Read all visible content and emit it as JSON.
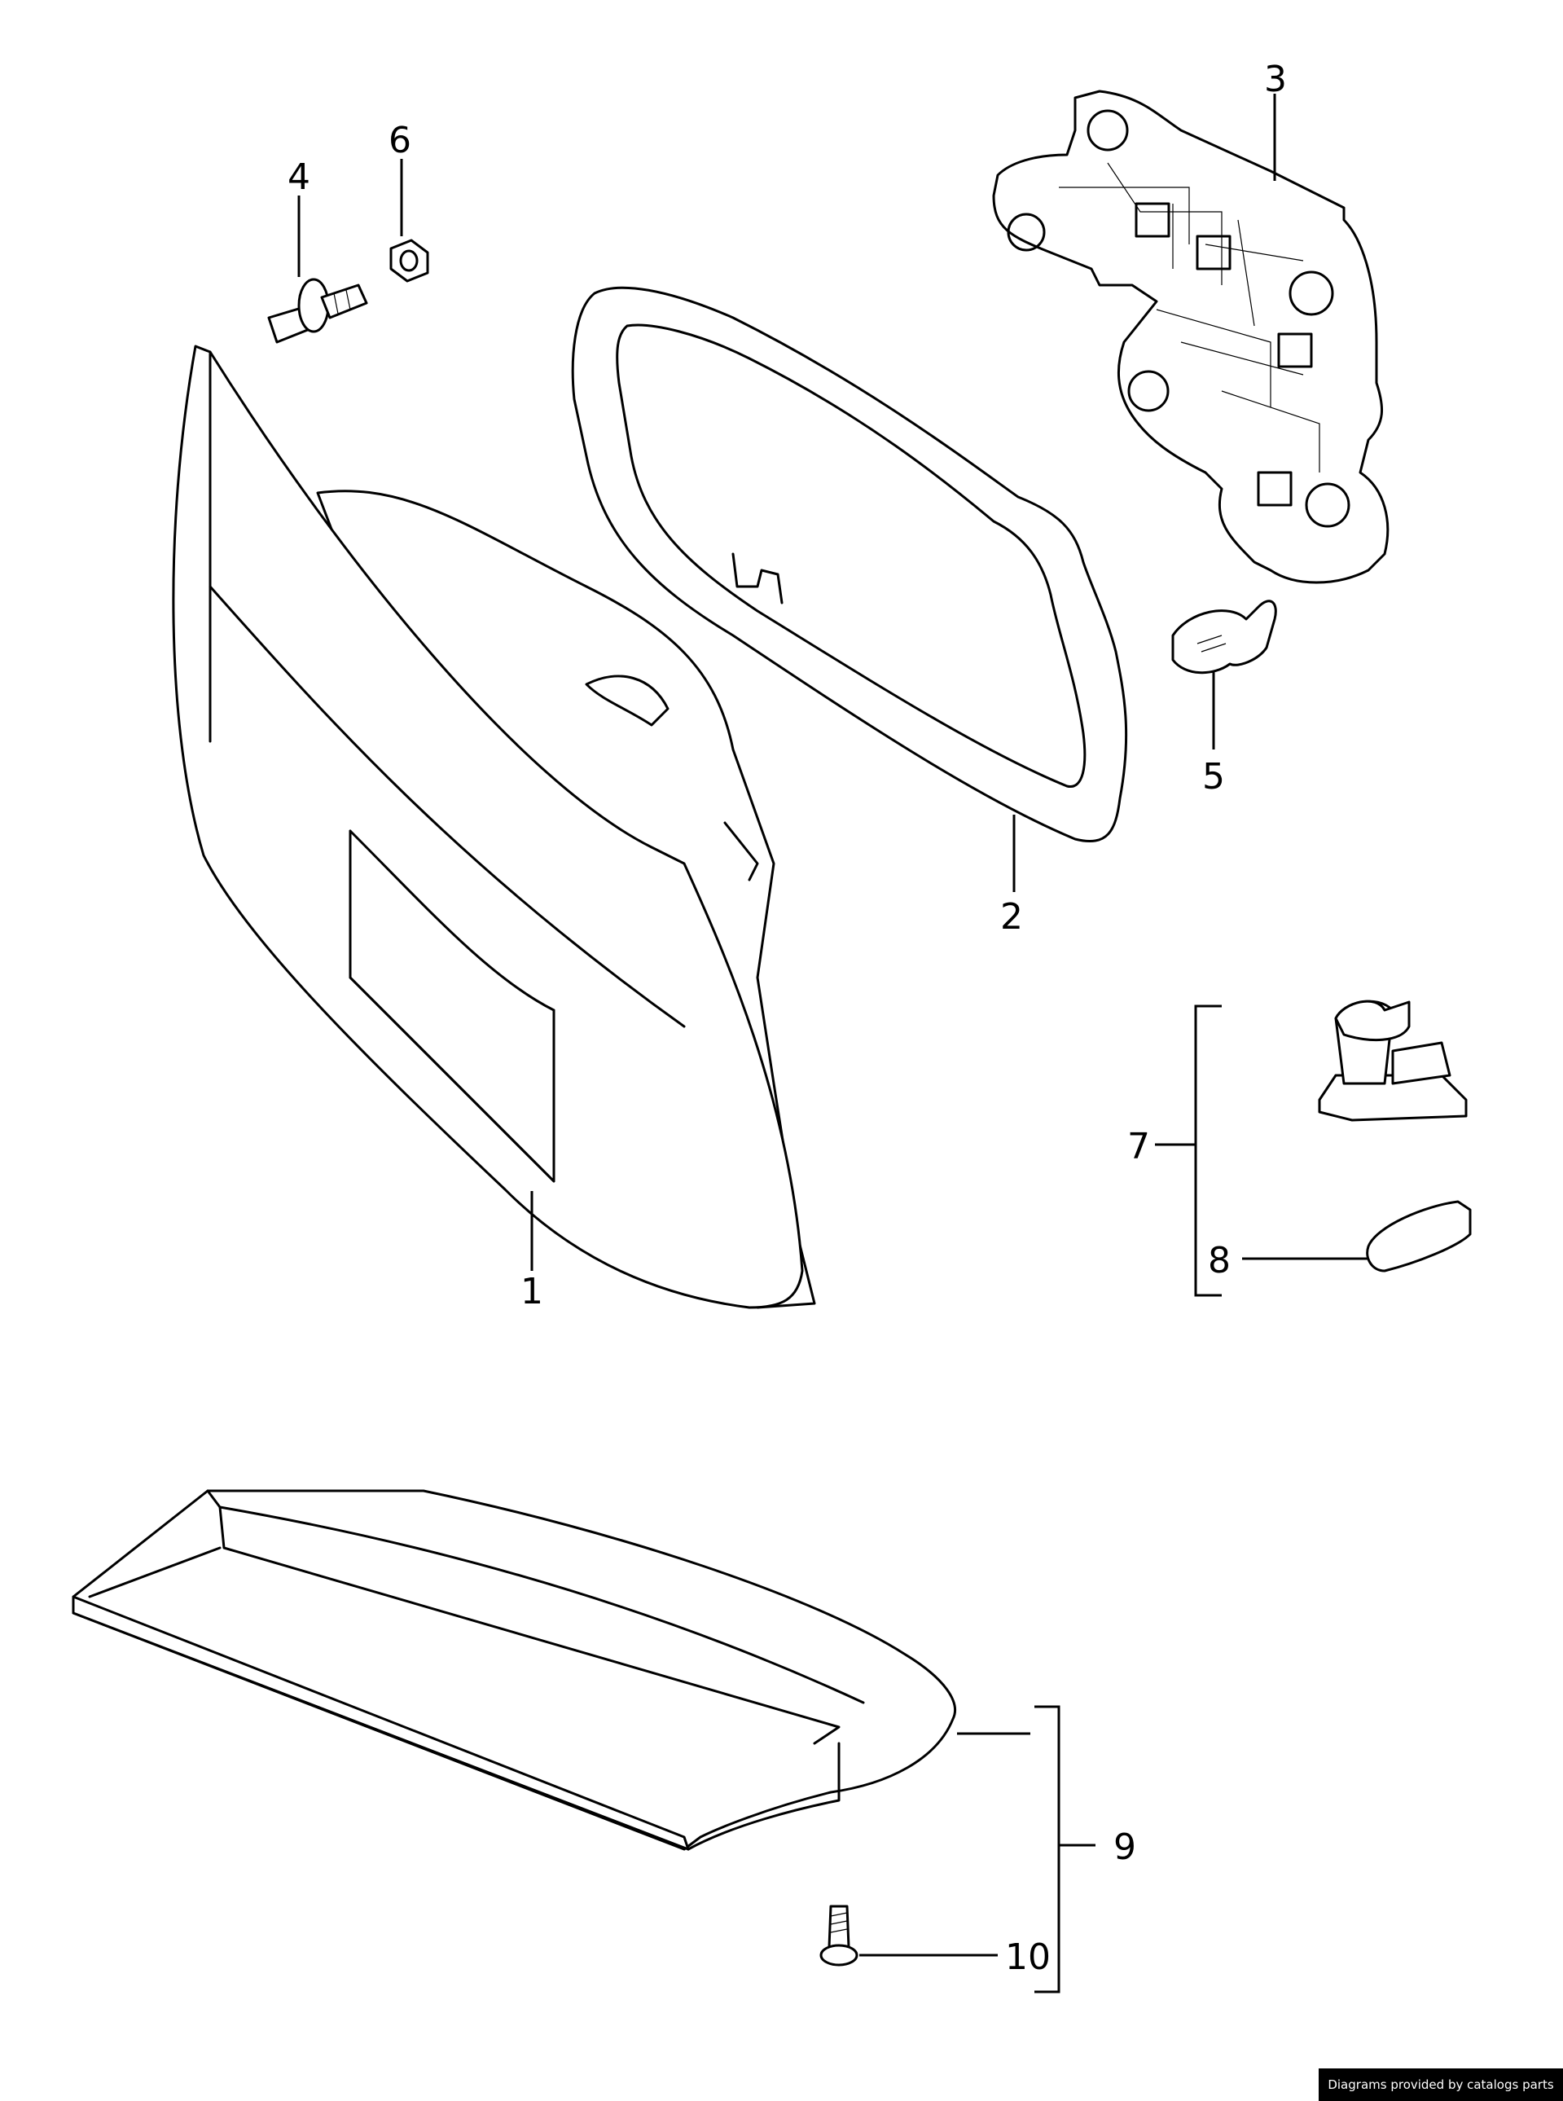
{
  "callouts": [
    "1",
    "2",
    "3",
    "4",
    "5",
    "6",
    "7",
    "8",
    "9",
    "10"
  ],
  "credit": "Diagrams provided by catalogs parts"
}
